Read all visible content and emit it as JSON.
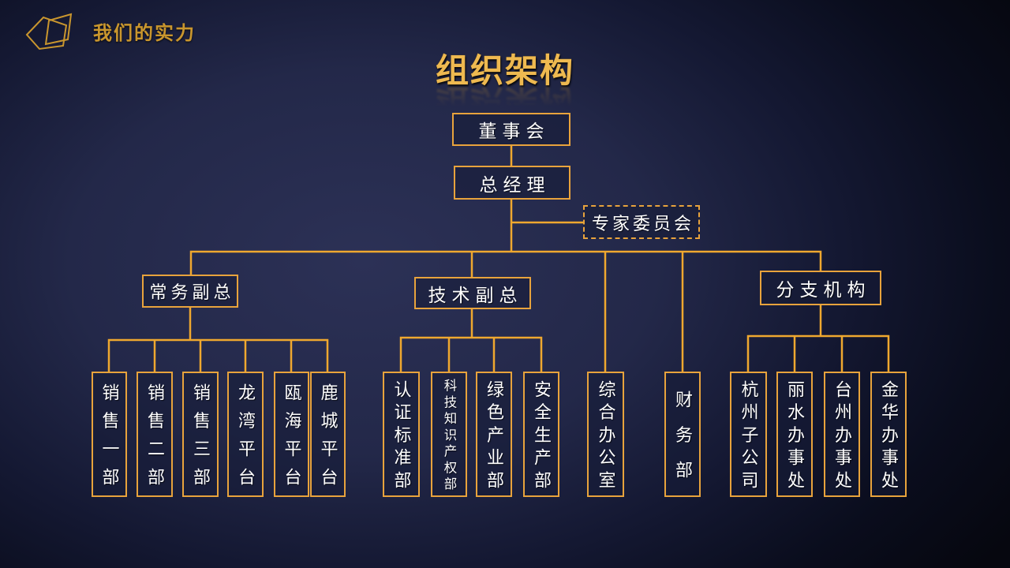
{
  "page": {
    "header": {
      "label": "我们的实力",
      "icon": "overlapping-polygons-icon"
    },
    "title": "组织架构"
  },
  "org": {
    "board": "董事会",
    "gm": "总经理",
    "expert": "专家委员会",
    "groups": [
      {
        "head": "常务副总",
        "children": [
          "销售一部",
          "销售二部",
          "销售三部",
          "龙湾平台",
          "瓯海平台",
          "鹿城平台"
        ]
      },
      {
        "head": "技术副总",
        "children": [
          "认证标准部",
          "科技知识产权部",
          "绿色产业部",
          "安全生产部"
        ]
      },
      {
        "head": "分支机构",
        "children": [
          "杭州子公司",
          "丽水办事处",
          "台州办事处",
          "金华办事处"
        ]
      }
    ],
    "direct": [
      "综合办公室",
      "财务部"
    ]
  },
  "colors": {
    "accent_gold": "#E8A33C",
    "line_gold": "#EFA82F",
    "title_gold": "#EEB950",
    "header_gold": "#C9962E",
    "background_navy": "#232849",
    "box_text": "#FFFFFF"
  }
}
